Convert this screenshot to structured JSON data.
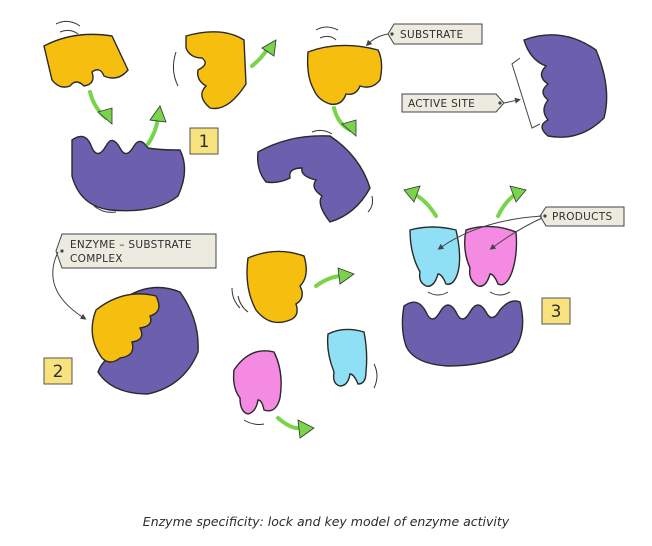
{
  "labels": {
    "substrate": "SUBSTRATE",
    "active_site": "ACTIVE   SITE",
    "products": "PRODUCTS",
    "complex_line1": "ENZYME – SUBSTRATE",
    "complex_line2": "COMPLEX"
  },
  "steps": [
    "1",
    "2",
    "3"
  ],
  "caption": "Enzyme specificity: lock and key model of enzyme activity",
  "colors": {
    "enzyme": "#6C5FAE",
    "substrate": "#F6BF0F",
    "product_cyan": "#8FE0F5",
    "product_pink": "#F58AE3",
    "arrow": "#78D44A",
    "tag_fill": "#EDEBDF",
    "step_box": "#F8E27E"
  }
}
